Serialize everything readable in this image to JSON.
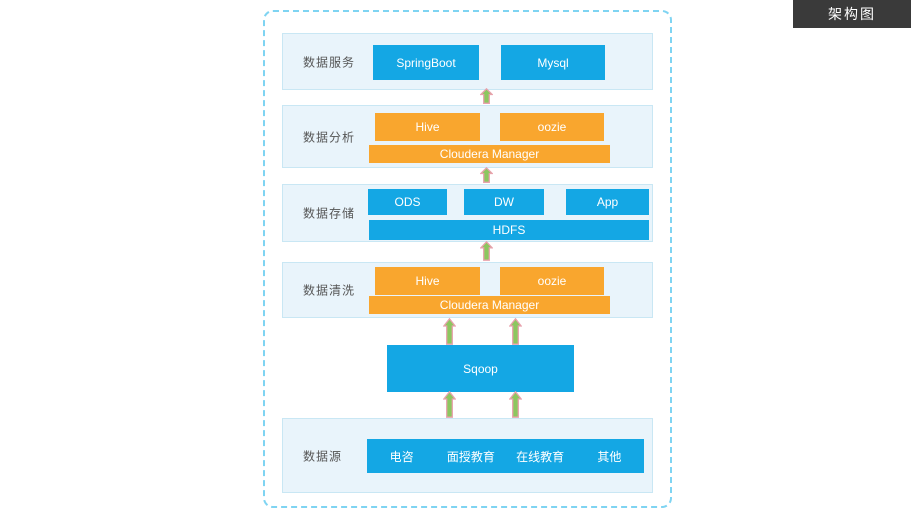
{
  "header": {
    "title": "架构图"
  },
  "colors": {
    "box_blue": "#14a7e4",
    "box_orange": "#f9a62e",
    "panel_bg": "#e9f4fb",
    "panel_border": "#c9e7f4",
    "frame_dash_blue": "#7fd4f2",
    "arrow_green": "#8cc75f",
    "arrow_outline_pink": "#e8a2ad",
    "header_bg": "#3a3a3a",
    "label_text": "#555555"
  },
  "layers": [
    {
      "label": "数据服务",
      "boxes": [
        "SpringBoot",
        "Mysql"
      ]
    },
    {
      "label": "数据分析",
      "boxes": [
        "Hive",
        "oozie"
      ],
      "bar": "Cloudera Manager"
    },
    {
      "label": "数据存储",
      "boxes": [
        "ODS",
        "DW",
        "App"
      ],
      "bar": "HDFS"
    },
    {
      "label": "数据清洗",
      "boxes": [
        "Hive",
        "oozie"
      ],
      "bar": "Cloudera Manager"
    },
    {
      "label": "数据源",
      "segments": [
        "电咨",
        "面授教育",
        "在线教育",
        "其他"
      ]
    }
  ],
  "connector": {
    "label": "Sqoop"
  }
}
